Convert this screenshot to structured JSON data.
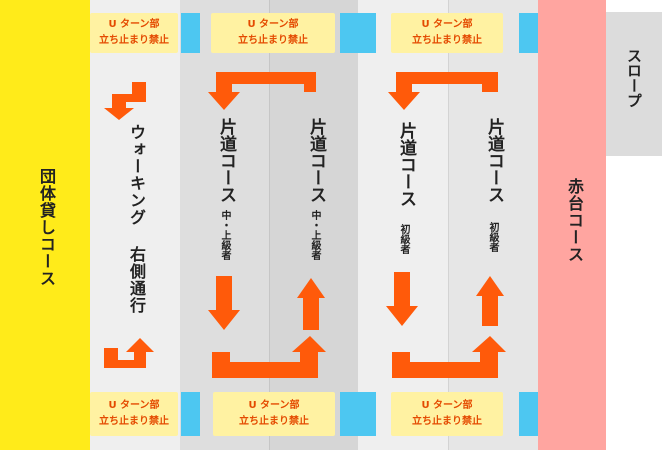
{
  "colors": {
    "group_lane": "#ffeb1a",
    "walking_lane": "#efefef",
    "mid_lane_a": "#dedede",
    "mid_lane_b": "#d6d6d6",
    "beginner_lane_a": "#efefef",
    "beginner_lane_b": "#e6e6e6",
    "red_lane": "#ffa5a0",
    "slope": "#dcdcdc",
    "arrow": "#ff5a0a",
    "sign_bg": "#fff2a2",
    "sign_text": "#e44a00",
    "marker": "#4dc7f1"
  },
  "lanes": {
    "group": "団体貸しコース",
    "walking_main": "ウォーキング",
    "walking_sub": "右側通行",
    "one_way": "片道コース",
    "mid_upper": "中・上級者",
    "beginner": "初級者",
    "red": "赤台コース",
    "slope": "スロープ"
  },
  "signs": {
    "line1": "U ターン部",
    "line2": "立ち止まり禁止"
  }
}
